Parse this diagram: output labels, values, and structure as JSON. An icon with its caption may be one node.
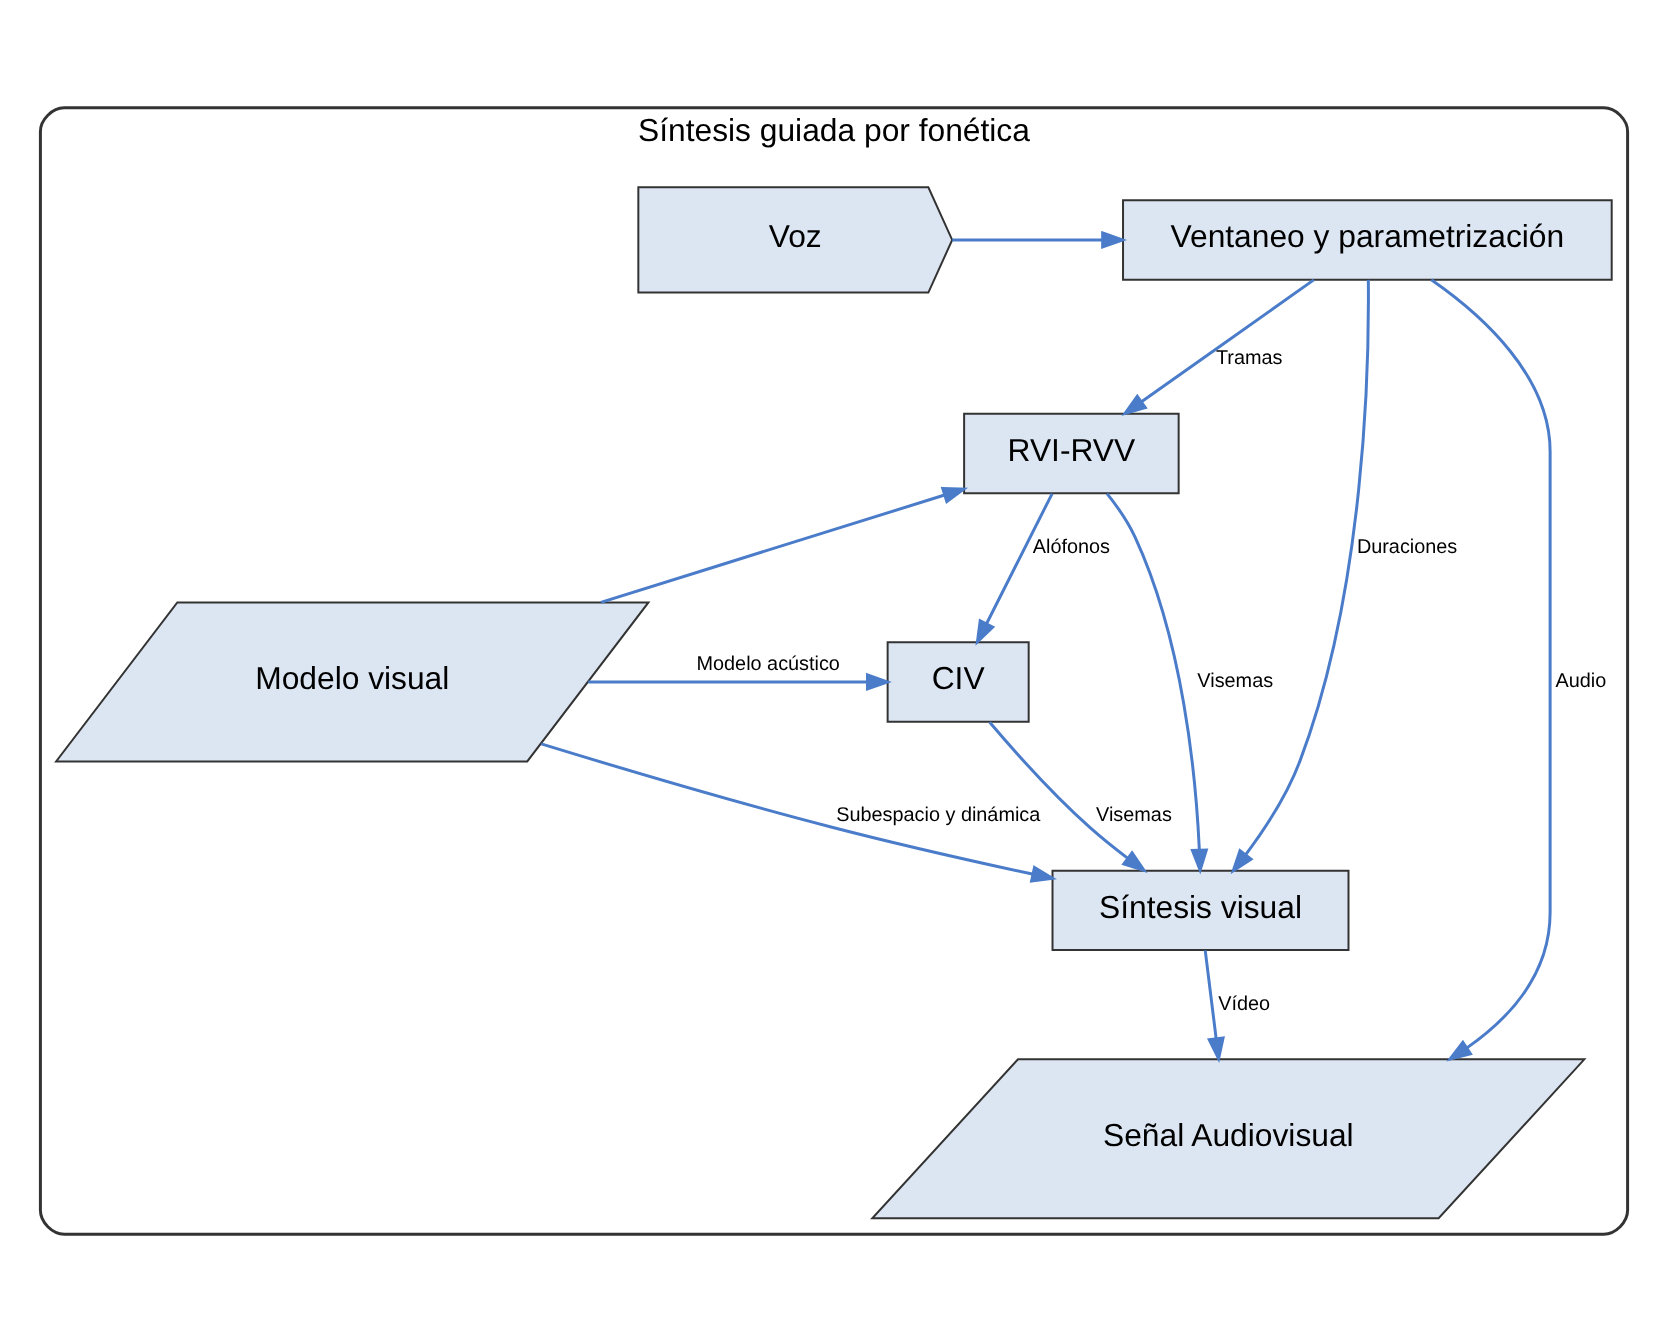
{
  "diagram": {
    "nodes": [
      {
        "text": [
          "Síntesis guiada por fonética"
        ]
      },
      {
        "text": [
          "Voz"
        ],
        "in": 0
      },
      {
        "text": [
          "Ventaneo y parametrización"
        ],
        "in": 0
      },
      {
        "text": [
          "RVI-RVV"
        ],
        "in": 0
      },
      {
        "text": [
          "Señal Audiovisual"
        ],
        "in": 0
      },
      {
        "text": [
          "Modelo visual"
        ],
        "in": 0
      },
      {
        "text": [
          "CIV"
        ],
        "in": 0
      },
      {
        "text": [
          "Síntesis visual"
        ],
        "in": 0
      }
    ],
    "edges": [
      {
        "from": 1,
        "to": 2,
        "arrow": "to"
      },
      {
        "from": 2,
        "to": 4,
        "arrow": "to",
        "label": "Audio"
      },
      {
        "from": 2,
        "to": 3,
        "arrow": "to",
        "label": "Tramas"
      },
      {
        "from": 2,
        "to": 7,
        "arrow": "to",
        "label": "Duraciones"
      },
      {
        "from": 3,
        "to": 6,
        "arrow": "to",
        "label": "Alófonos"
      },
      {
        "from": 3,
        "to": 7,
        "arrow": "to",
        "label": "Visemas"
      },
      {
        "from": 5,
        "to": 3,
        "arrow": "to"
      },
      {
        "from": 5,
        "to": 6,
        "arrow": "to",
        "label": "Modelo acústico"
      },
      {
        "from": 6,
        "to": 7,
        "arrow": "to",
        "label": "Visemas"
      },
      {
        "from": 5,
        "to": 7,
        "arrow": "to",
        "label": "Subespacio y dinámica"
      },
      {
        "from": 7,
        "to": 4,
        "arrow": "to",
        "label": "Vídeo"
      }
    ]
  }
}
